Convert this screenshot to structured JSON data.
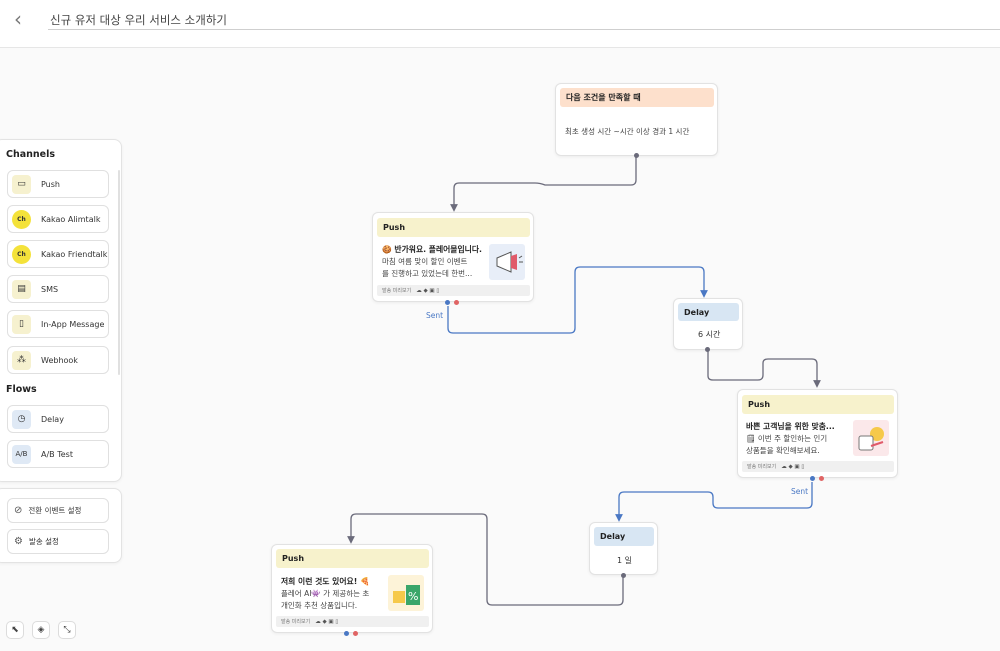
{
  "header": {
    "back_label": "‹",
    "title": "신규 유저 대상 우리 서비스 소개하기"
  },
  "sidebar": {
    "channels_label": "Channels",
    "channels": [
      {
        "label": "Push",
        "icon": "push-icon"
      },
      {
        "label": "Kakao Alimtalk",
        "icon": "kakao-icon"
      },
      {
        "label": "Kakao Friendtalk",
        "icon": "kakao-icon"
      },
      {
        "label": "SMS",
        "icon": "sms-icon"
      },
      {
        "label": "In-App Message",
        "icon": "phone-icon"
      },
      {
        "label": "Webhook",
        "icon": "webhook-icon"
      }
    ],
    "flows_label": "Flows",
    "flows": [
      {
        "label": "Delay",
        "icon": "timer-icon"
      },
      {
        "label": "A/B Test",
        "icon": "ab-test-icon"
      }
    ]
  },
  "settings": {
    "conversion": "전환 이벤트 설정",
    "send": "발송 설정"
  },
  "canvas": {
    "condition": {
      "title": "다음 조건을 만족할 때",
      "text": "최초 생성 시간 ~시간 이상 경과 1 시간"
    },
    "push1": {
      "head": "Push",
      "title": "🍪 반가워요. 플레어몰입니다.",
      "body1": "마침 여름 맞이 할인 이벤트",
      "body2": "를 진행하고 있었는데 한번...",
      "footer": "발송 미리보기",
      "sent": "Sent"
    },
    "delay1": {
      "head": "Delay",
      "value": "6 시간"
    },
    "push2": {
      "head": "Push",
      "title": "바쁜 고객님을 위한 맞춤...",
      "body1": "🗒 이번 주 할인하는 인기",
      "body2": "상품들을 확인해보세요.",
      "footer": "발송 미리보기",
      "sent": "Sent"
    },
    "delay2": {
      "head": "Delay",
      "value": "1 일"
    },
    "push3": {
      "head": "Push",
      "title": "저희 이런 것도 있어요! 🍕",
      "body1": "플레어 AI👾 가 제공하는 초",
      "body2": "개인화 추천 상품입니다.",
      "footer": "발송 미리보기"
    }
  },
  "colors": {
    "push_header": "#f7f2cc",
    "delay_header": "#d8e6f3",
    "condition_header": "#fde0cc",
    "edge": "#6b6b7b",
    "sent_edge": "#4a78c4"
  }
}
